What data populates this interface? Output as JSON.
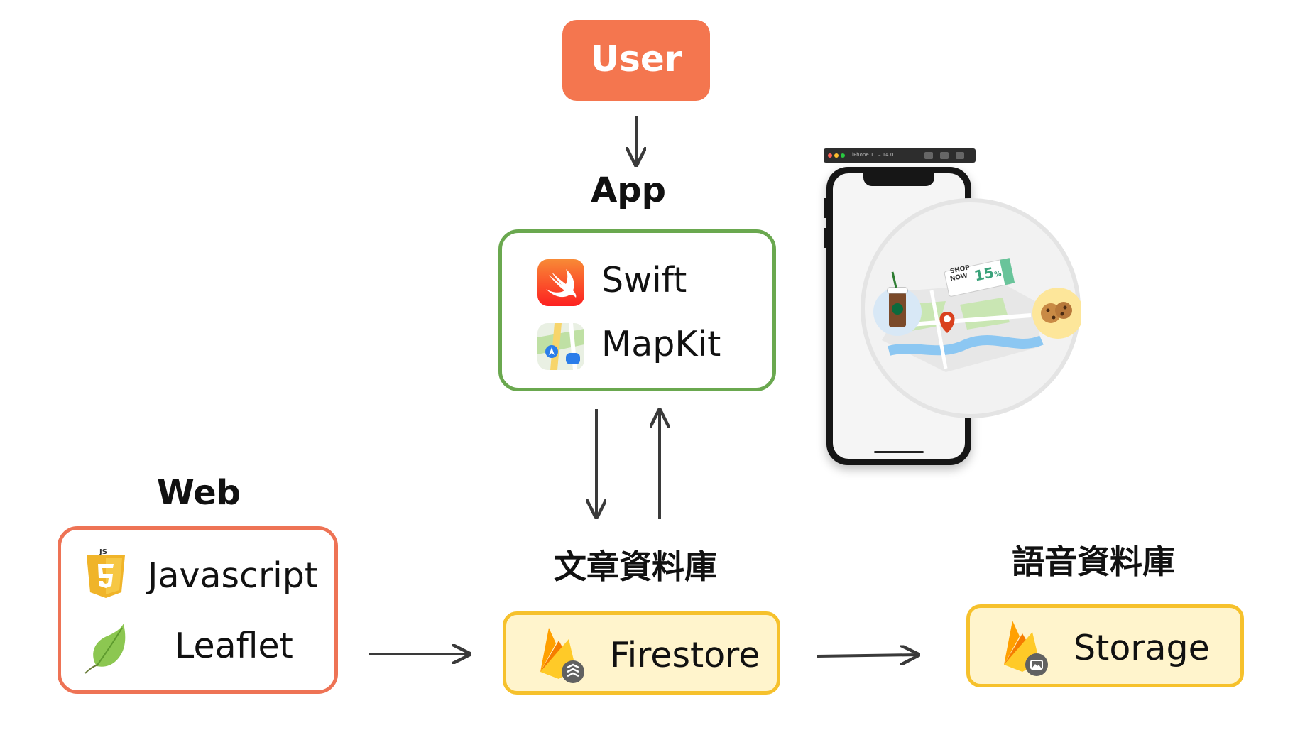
{
  "user": {
    "label": "User"
  },
  "app": {
    "heading": "App",
    "items": [
      "Swift",
      "MapKit"
    ]
  },
  "web": {
    "heading": "Web",
    "items": [
      "Javascript",
      "Leaflet"
    ]
  },
  "article_db": {
    "heading": "文章資料庫",
    "service": "Firestore"
  },
  "voice_db": {
    "heading": "語音資料庫",
    "service": "Storage"
  },
  "phone": {
    "title_bar": "iPhone 11 – 14.0",
    "coupon_shop": "SHOP",
    "coupon_now": "NOW",
    "coupon_value": "15",
    "coupon_unit": "%"
  },
  "colors": {
    "user_box": "#f4764f",
    "app_border": "#6aa84f",
    "web_border": "#ee7355",
    "db_border": "#f6c12c",
    "db_fill": "#fff4cc",
    "arrow": "#3a3a3a"
  }
}
